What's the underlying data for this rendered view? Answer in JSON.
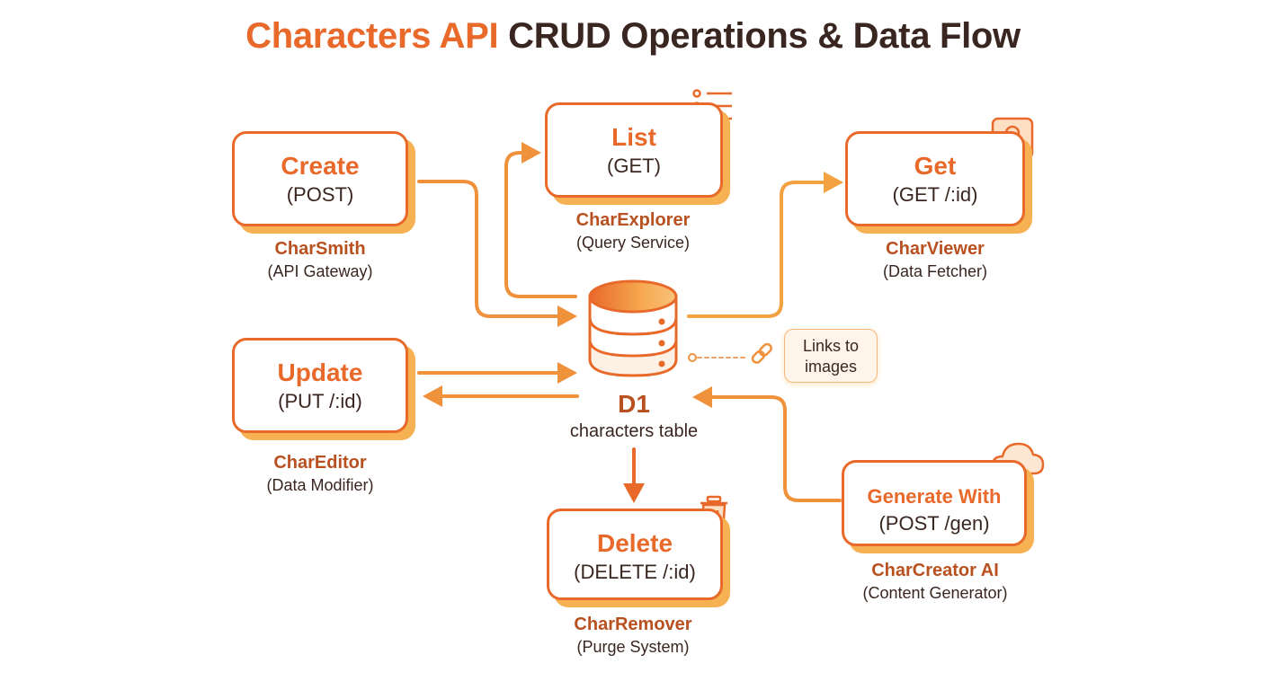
{
  "title": {
    "accent": "Characters API",
    "rest": "CRUD Operations & Data Flow"
  },
  "database": {
    "name": "D1",
    "subtitle": "characters table",
    "icon": "database-icon"
  },
  "note": {
    "line1": "Links to",
    "line2": "images",
    "icon": "link-icon"
  },
  "operations": {
    "create": {
      "op": "Create",
      "method": "(POST)",
      "service": "CharSmith",
      "role": "(API Gateway)"
    },
    "list": {
      "op": "List",
      "method": "(GET)",
      "service": "CharExplorer",
      "role": "(Query Service)",
      "icon": "list-icon"
    },
    "get": {
      "op": "Get",
      "method": "(GET /:id)",
      "service": "CharViewer",
      "role": "(Data Fetcher)",
      "icon": "user-profile-icon"
    },
    "update": {
      "op": "Update",
      "method": "(PUT /:id)",
      "service": "CharEditor",
      "role": "(Data Modifier)"
    },
    "generate": {
      "op": "Generate With",
      "method": "(POST /gen)",
      "service": "CharCreator AI",
      "role": "(Content Generator)",
      "icon": "cloud-icon"
    },
    "delete": {
      "op": "Delete",
      "method": "(DELETE /:id)",
      "service": "CharRemover",
      "role": "(Purge System)",
      "icon": "trash-icon"
    }
  },
  "colors": {
    "accent": "#e8692a",
    "shadow": "#f6b153",
    "text": "#3a2620",
    "service": "#b8501f"
  }
}
